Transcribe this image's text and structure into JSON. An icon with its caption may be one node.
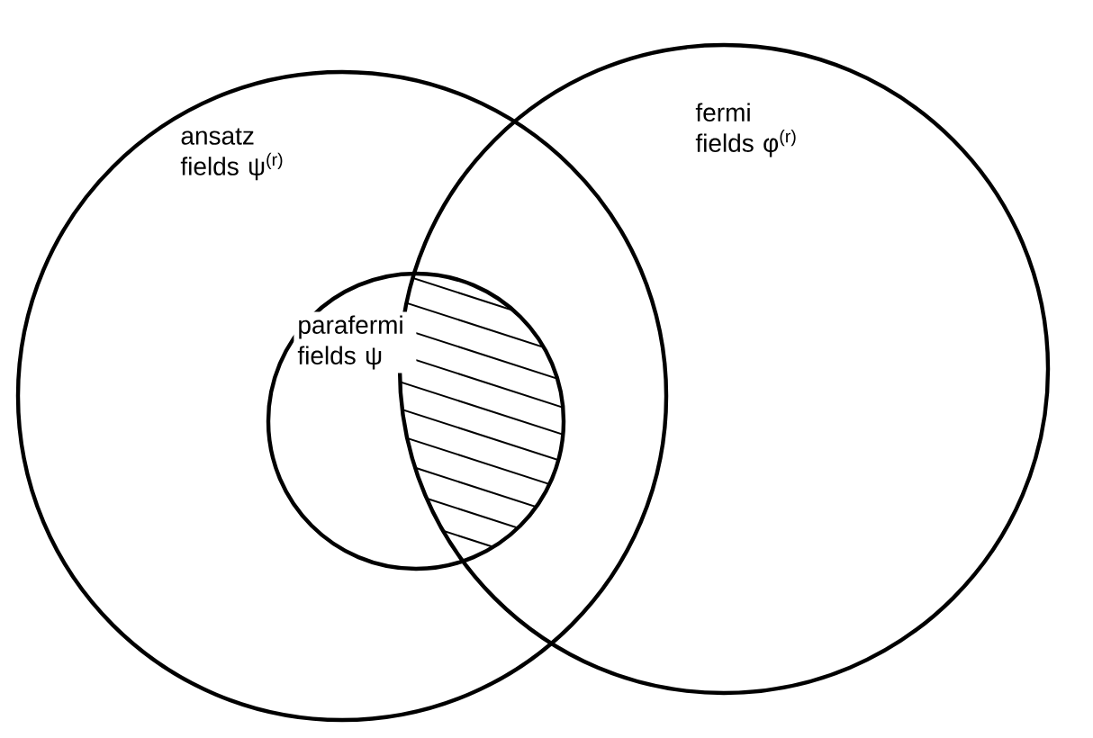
{
  "diagram": {
    "nodes": [
      {
        "text": [
          "ansatz fields ψ$^{(r)}$"
        ]
      },
      {
        "text": [
          "fermi fields φ$^{(r)}$"
        ]
      },
      {
        "text": [
          "parafermi fields ψ"
        ],
        "in": 0
      }
    ]
  }
}
